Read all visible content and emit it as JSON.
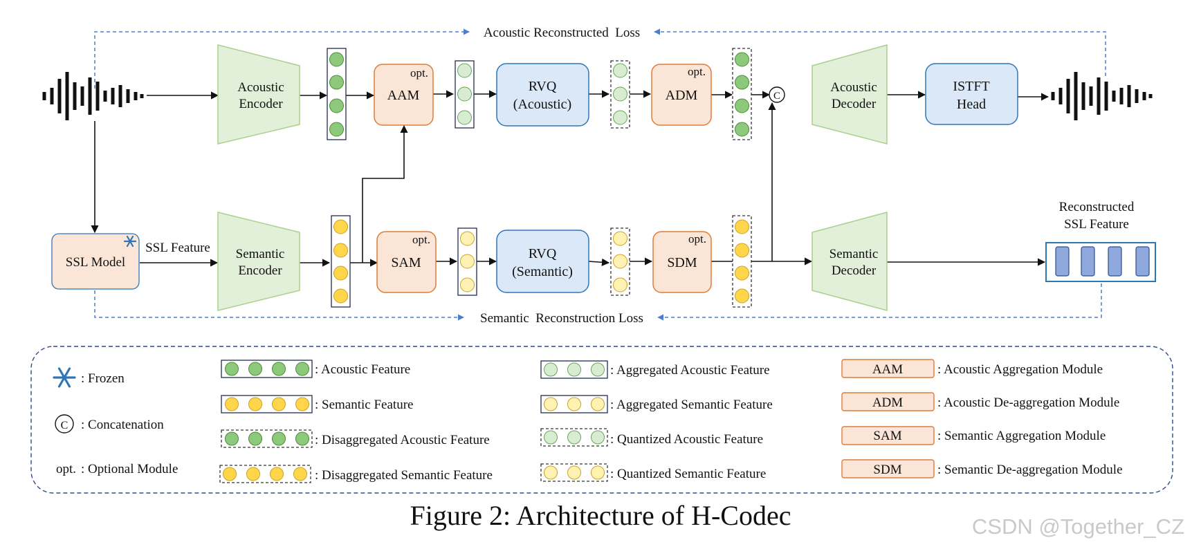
{
  "title": "Figure 2: Architecture of H-Codec",
  "watermark": "CSDN @Together_CZ",
  "colors": {
    "encoder_fill": "#e2efd9",
    "encoder_stroke": "#a9d18e",
    "module_fill": "#fbe5d6",
    "module_stroke": "#e07b39",
    "rvq_fill": "#dae8f7",
    "rvq_stroke": "#2e75b6",
    "acoustic_dot": "#8dc97a",
    "aggregated_acoustic_dot": "#d7ecd0",
    "semantic_dot": "#ffd54a",
    "aggregated_semantic_dot": "#fff2b3",
    "loss_line": "#4a7ec9"
  },
  "losses": {
    "acoustic": "Acoustic Reconstructed  Loss",
    "semantic": "Semantic  Reconstruction Loss"
  },
  "blocks": {
    "acoustic_encoder": [
      "Acoustic",
      "Encoder"
    ],
    "semantic_encoder": [
      "Semantic",
      "Encoder"
    ],
    "acoustic_decoder": [
      "Acoustic",
      "Decoder"
    ],
    "semantic_decoder": [
      "Semantic",
      "Decoder"
    ],
    "ssl_model": "SSL Model",
    "ssl_feature": "SSL Feature",
    "aam": "AAM",
    "adm": "ADM",
    "sam": "SAM",
    "sdm": "SDM",
    "opt": "opt.",
    "rvq_acoustic": [
      "RVQ",
      "(Acoustic)"
    ],
    "rvq_semantic": [
      "RVQ",
      "(Semantic)"
    ],
    "istft_head": [
      "ISTFT",
      "Head"
    ],
    "reconstructed_ssl": [
      "Reconstructed",
      "SSL Feature"
    ],
    "concat_symbol": "C"
  },
  "legend": {
    "frozen": ": Frozen",
    "concatenation": ": Concatenation",
    "opt_symbol": "opt.",
    "optional": ": Optional Module",
    "acoustic_feature": ": Acoustic Feature",
    "semantic_feature": ": Semantic Feature",
    "disaggregated_acoustic": ": Disaggregated Acoustic Feature",
    "disaggregated_semantic": ": Disaggregated Semantic Feature",
    "aggregated_acoustic": ": Aggregated Acoustic Feature",
    "aggregated_semantic": ": Aggregated Semantic Feature",
    "quantized_acoustic": ": Quantized Acoustic Feature",
    "quantized_semantic": ": Quantized Semantic Feature",
    "modules": [
      {
        "abbr": "AAM",
        "desc": ": Acoustic Aggregation Module"
      },
      {
        "abbr": "ADM",
        "desc": ": Acoustic De-aggregation Module"
      },
      {
        "abbr": "SAM",
        "desc": ": Semantic Aggregation Module"
      },
      {
        "abbr": "SDM",
        "desc": ": Semantic De-aggregation Module"
      }
    ]
  }
}
